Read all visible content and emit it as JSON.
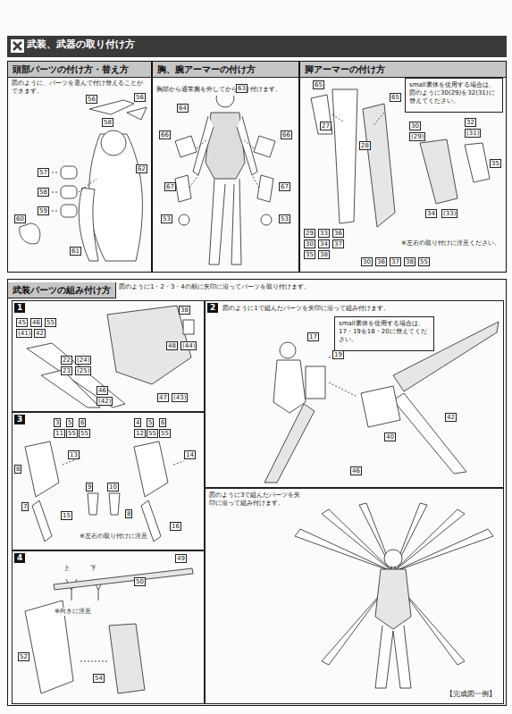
{
  "diagram": {
    "title": "武装、武器の取り付け方",
    "nodes": [
      {
        "text": [
          "頭部パーツの付け方・替え方",
          "図のように、パーツを選んで付け替えることができます。"
        ]
      },
      {
        "text": [
          "胸、腕アーマーの付け方",
          "胸部から通常腕を外してから取り付けます。"
        ]
      },
      {
        "text": [
          "脚アーマーの付け方"
        ]
      },
      {
        "text": [
          "small素体を使用する場合は、図のように30(29)を32(31)に替えてください。"
        ],
        "in": 2
      },
      {
        "text": [
          "武装パーツの組み付け方",
          "図のように1・2・3・4の順に矢印に沿ってパーツを取り付けます。"
        ]
      },
      {
        "text": [
          "1"
        ],
        "in": 4
      },
      {
        "text": [
          "2",
          "図のように1で組んだパーツを矢印に沿って組み付けます。"
        ],
        "in": 4
      },
      {
        "text": [
          "small素体を使用する場合は、17・19を18・20に替えてください。"
        ],
        "in": 6
      },
      {
        "text": [
          "3"
        ],
        "in": 4
      },
      {
        "text": [
          "4"
        ],
        "in": 4
      },
      {
        "text": [
          "図のように3で組んだパーツを矢印に沿って組み付けます。",
          "【完成図一例】"
        ],
        "in": 4
      }
    ],
    "labels": [
      "56",
      "56",
      "58",
      "62",
      "57",
      "58",
      "59",
      "60",
      "61",
      "64",
      "63",
      "66",
      "66",
      "67",
      "67",
      "53",
      "53",
      "65",
      "27",
      "28",
      "65",
      "29",
      "33",
      "36",
      "30",
      "34",
      "37",
      "35",
      "38",
      "30",
      "36",
      "37",
      "38",
      "55",
      "30",
      "(29)",
      "32",
      "(31)",
      "35",
      "34",
      "(33)",
      "※左右の取り付けに注意ください。",
      "45",
      "46",
      "55",
      "(41)",
      "42",
      "38",
      "48",
      "(44)",
      "22",
      "(24)",
      "23",
      "(25)",
      "46",
      "(42)",
      "47",
      "(43)",
      "17",
      "19",
      "42",
      "40",
      "46",
      "3",
      "5",
      "6",
      "11",
      "55",
      "55",
      "4",
      "5",
      "6",
      "12",
      "55",
      "55",
      "8",
      "13",
      "7",
      "15",
      "9",
      "10",
      "8",
      "14",
      "16",
      "※左右の取り付けに注意",
      "上",
      "下",
      "※向きに注意",
      "49",
      "50",
      "52",
      "54"
    ]
  }
}
